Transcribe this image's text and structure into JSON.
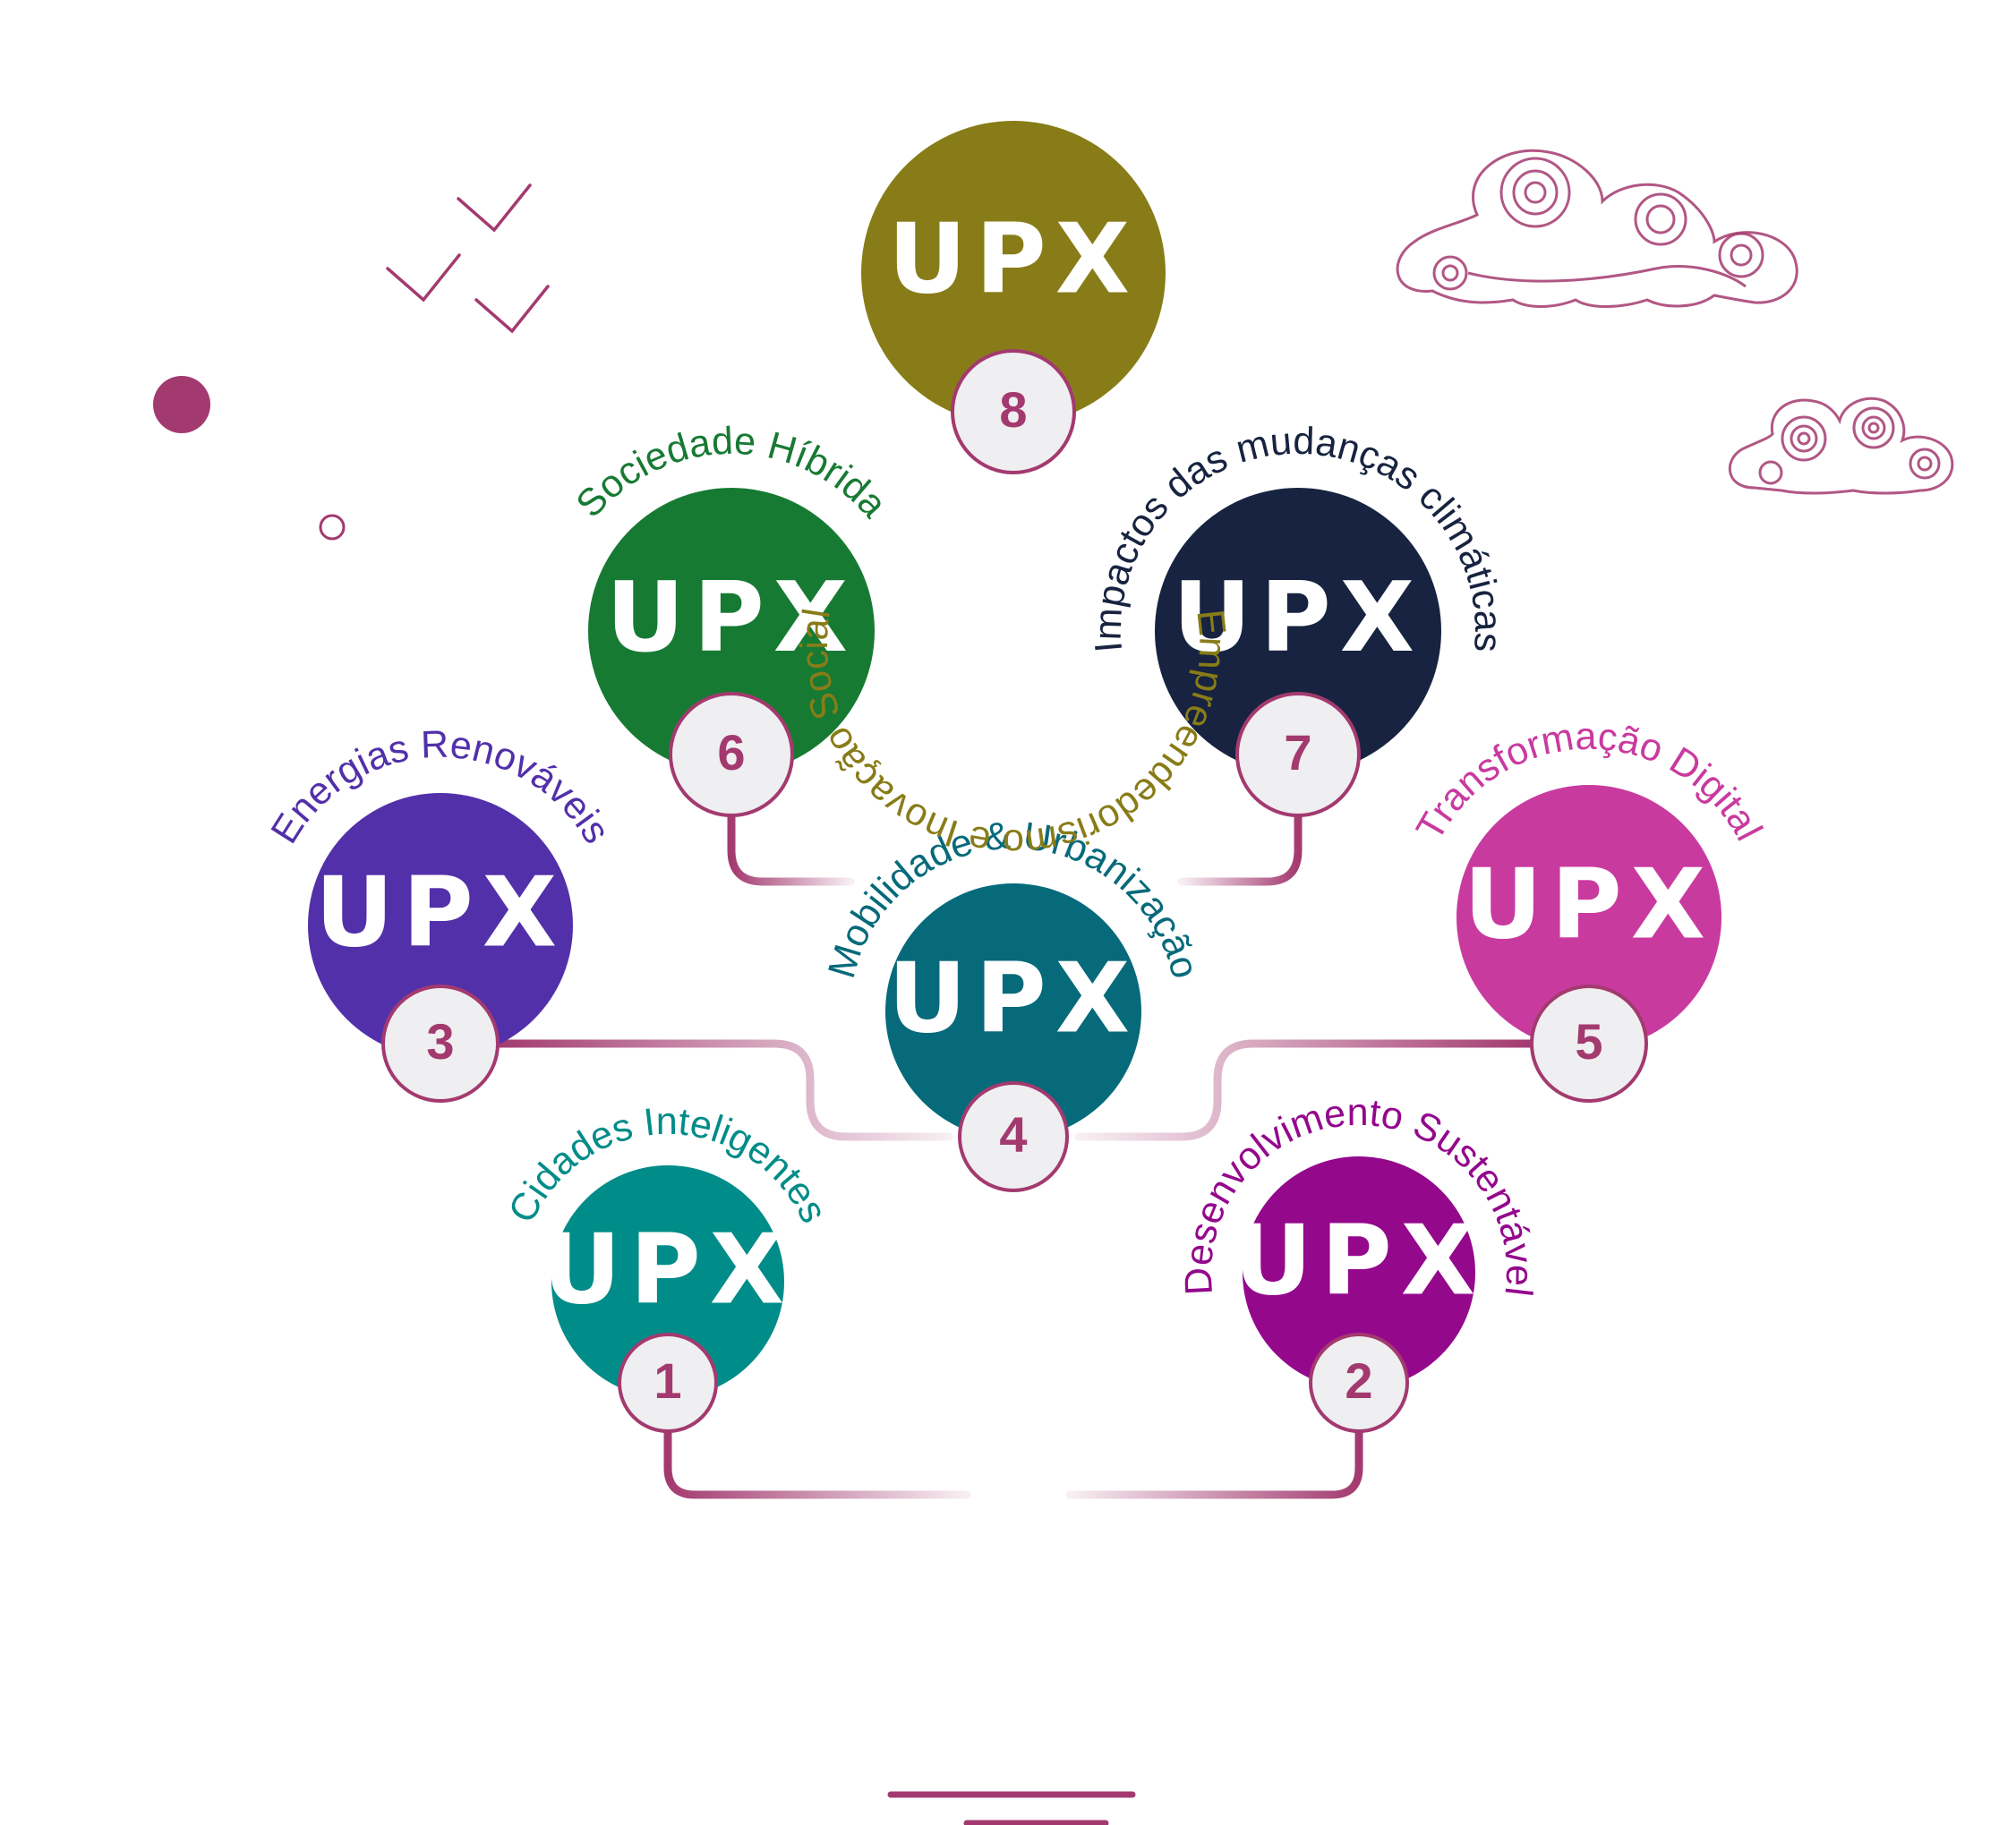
{
  "logo_text": "UPX",
  "colors": {
    "branch": "#a33a6f",
    "badge_fill": "#efeef0",
    "badge_stroke": "#a33a6f",
    "number": "#a33a6f"
  },
  "decorations": [
    "bird-checkmark-icon",
    "bird-checkmark-icon",
    "bird-checkmark-icon",
    "dot-icon",
    "ring-icon",
    "swirl-cloud-icon",
    "swirl-cloud-icon"
  ],
  "nodes": [
    {
      "id": "1",
      "number": "1",
      "label": "Cidades Inteligentes",
      "color": "#008c88"
    },
    {
      "id": "2",
      "number": "2",
      "label": "Desenvolvimento Sustentável",
      "color": "#94088c"
    },
    {
      "id": "3",
      "number": "3",
      "label": "Energias Renováveis",
      "color": "#5230aa"
    },
    {
      "id": "4",
      "number": "4",
      "label": "Mobilidade & Urbanização",
      "color": "#066a7a"
    },
    {
      "id": "5",
      "number": "5",
      "label": "Transformação Digital",
      "color": "#c93a9f"
    },
    {
      "id": "6",
      "number": "6",
      "label": "Sociedade Híbrida",
      "color": "#177a33"
    },
    {
      "id": "7",
      "number": "7",
      "label": "Impactos das mudanças climáticas",
      "color": "#172340"
    },
    {
      "id": "8",
      "number": "8",
      "label": "Empreendedorismo e Inovação Social",
      "color": "#887c18"
    }
  ]
}
